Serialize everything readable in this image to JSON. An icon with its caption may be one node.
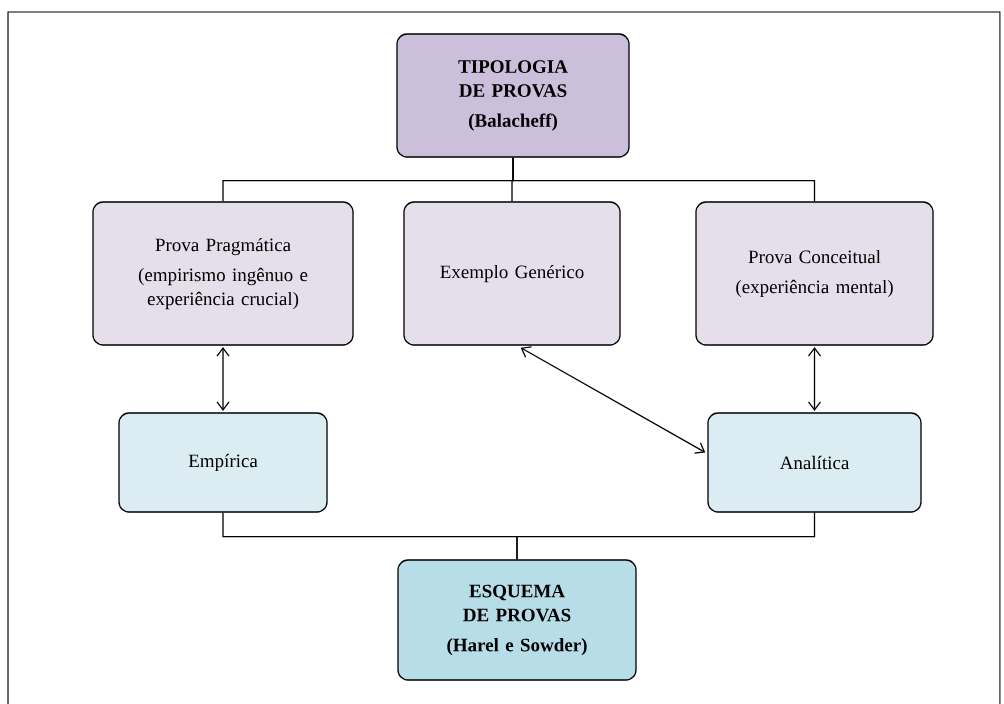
{
  "diagram": {
    "nodes": [
      {
        "text": [
          "TIPOLOGIA DE PROVAS",
          "(Balacheff)"
        ]
      },
      {
        "text": [
          "Prova Pragmática",
          "(empirismo ingênuo e experiência crucial)"
        ]
      },
      {
        "text": [
          "Exemplo Genérico"
        ]
      },
      {
        "text": [
          "Prova Conceitual",
          "(experiência mental)"
        ]
      },
      {
        "text": [
          "Empírica"
        ]
      },
      {
        "text": [
          "Analítica"
        ]
      },
      {
        "text": [
          "ESQUEMA DE PROVAS",
          "(Harel e Sowder)"
        ]
      }
    ],
    "edges": [
      {
        "from": 0,
        "to": 1,
        "arrow": "none"
      },
      {
        "from": 0,
        "to": 2,
        "arrow": "none"
      },
      {
        "from": 0,
        "to": 3,
        "arrow": "none"
      },
      {
        "from": 1,
        "to": 4,
        "arrow": "both"
      },
      {
        "from": 2,
        "to": 5,
        "arrow": "both"
      },
      {
        "from": 3,
        "to": 5,
        "arrow": "both"
      },
      {
        "from": 4,
        "to": 6,
        "arrow": "none"
      },
      {
        "from": 5,
        "to": 6,
        "arrow": "none"
      }
    ]
  }
}
